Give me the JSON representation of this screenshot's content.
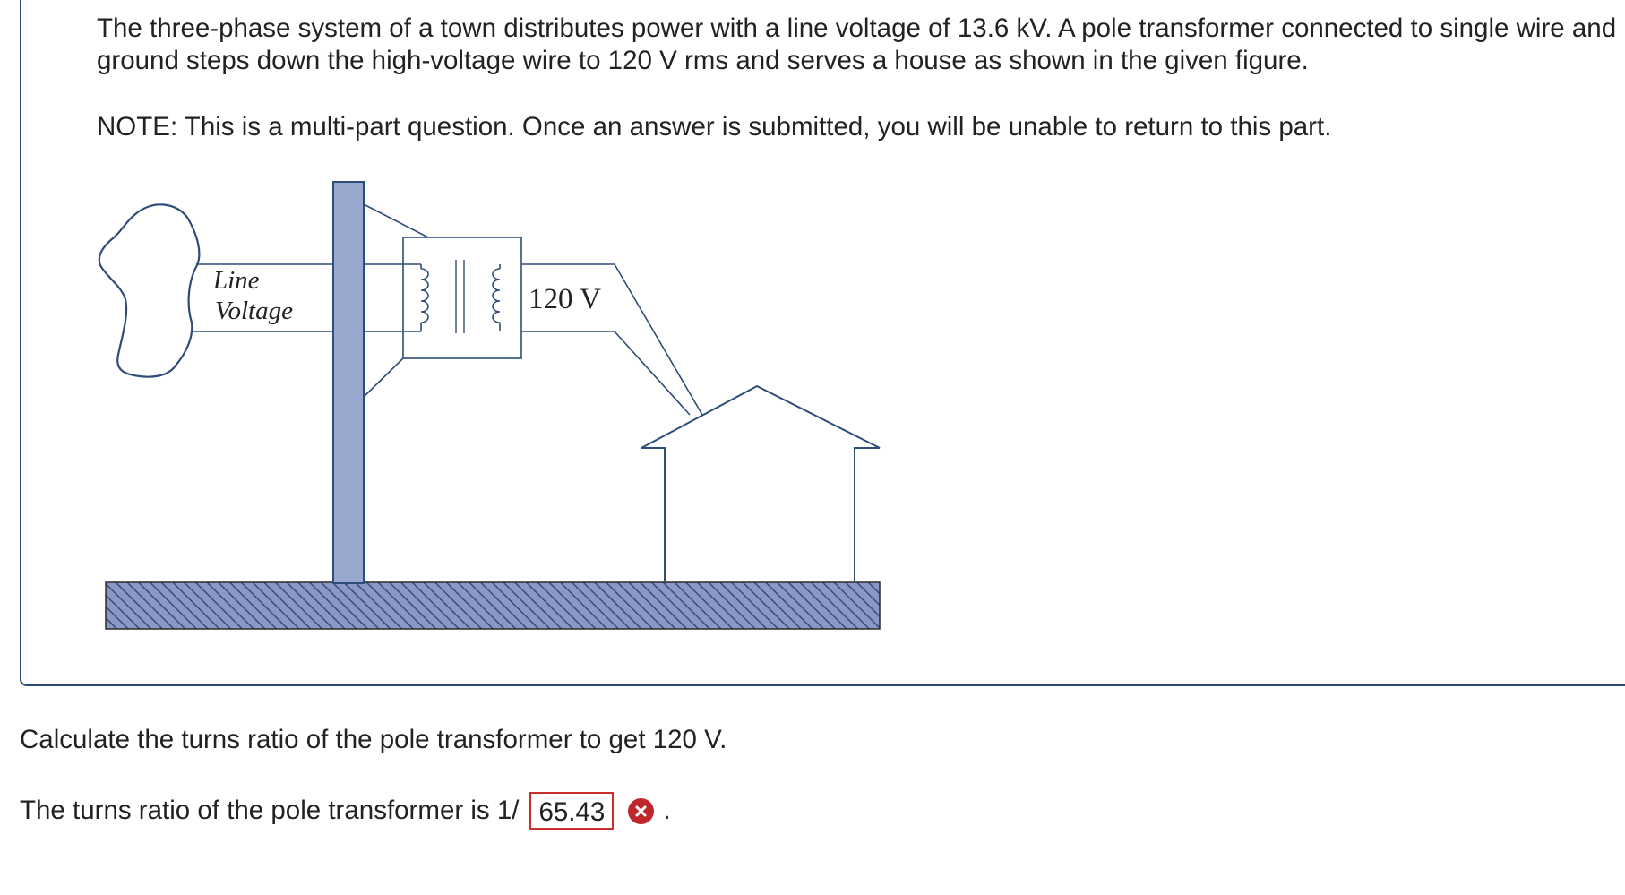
{
  "problem": {
    "statement": "The three-phase system of a town distributes power with a line voltage of 13.6 kV. A pole transformer connected to single wire and ground steps down the high-voltage wire to 120 V rms and serves a house as shown in the given figure.",
    "note": "NOTE: This is a multi-part question. Once an answer is submitted, you will be unable to return to this part."
  },
  "figure": {
    "line_label_1": "Line",
    "line_label_2": "Voltage",
    "secondary_label": "120 V"
  },
  "part": {
    "question": "Calculate the turns ratio of the pole transformer to get 120 V.",
    "answer_prefix": "The turns ratio of the pole transformer is 1/",
    "answer_value": "65.43",
    "answer_suffix": ".",
    "status": "incorrect"
  },
  "colors": {
    "pole_fill": "#9aa7cf",
    "ground_fill": "#6f7fb4",
    "line_stroke": "#2e4d78",
    "error": "#c0272d",
    "panel_border": "#2b4a7a"
  }
}
